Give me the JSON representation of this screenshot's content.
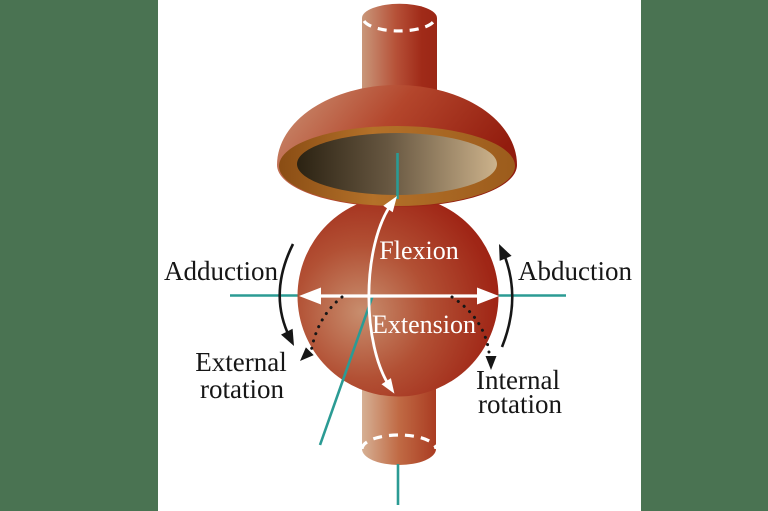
{
  "figure": {
    "kind": "ball-and-socket-joint-movement-diagram",
    "labels": {
      "flexion": "Flexion",
      "extension": "Extension",
      "adduction": "Adduction",
      "abduction": "Abduction",
      "external_rotation_line1": "External",
      "external_rotation_line2": "rotation",
      "internal_rotation_line1": "Internal",
      "internal_rotation_line2": "rotation"
    },
    "colors": {
      "background_green": "#4a7352",
      "canvas_white": "#ffffff",
      "bone_red_dark": "#9b2716",
      "bone_tan_light": "#d6b094",
      "socket_rim_brown": "#b47129",
      "socket_hollow_dark": "#2b2212",
      "axis_teal": "#2b9b94",
      "annotation_white": "#ffffff",
      "annotation_black": "#161616"
    }
  }
}
